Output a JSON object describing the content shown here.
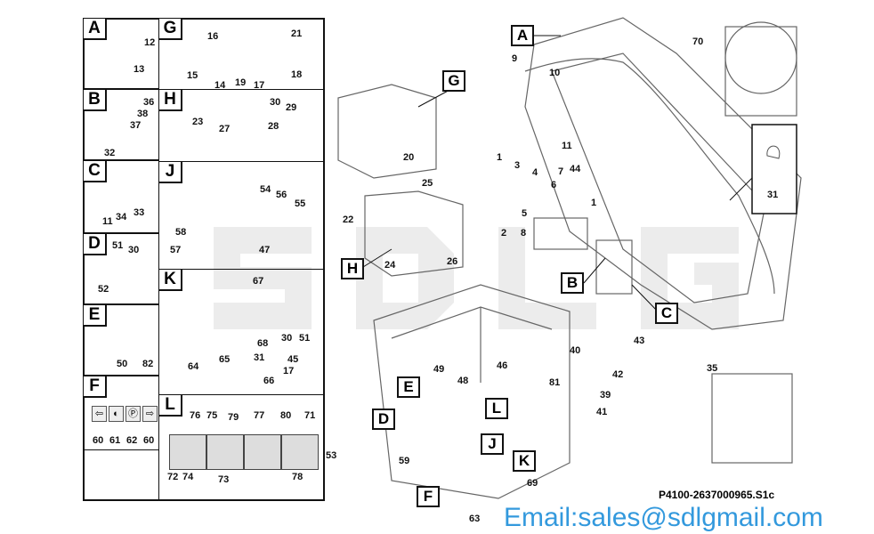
{
  "watermark": "Email:sales@sdlgmail.com",
  "logo": "SDLG",
  "footer": "P4100-2637000965.S1c",
  "panels": {
    "A": {
      "letter": "A",
      "parts": [
        "12",
        "13"
      ]
    },
    "B": {
      "letter": "B",
      "parts": [
        "36",
        "38",
        "37",
        "32"
      ]
    },
    "C": {
      "letter": "C",
      "parts": [
        "11",
        "34",
        "33"
      ]
    },
    "D": {
      "letter": "D",
      "parts": [
        "51",
        "30",
        "52"
      ]
    },
    "E": {
      "letter": "E",
      "parts": [
        "50",
        "82"
      ]
    },
    "F": {
      "letter": "F",
      "parts": [
        "60",
        "61",
        "62",
        "60"
      ]
    },
    "G": {
      "letter": "G",
      "parts": [
        "16",
        "21",
        "15",
        "14",
        "19",
        "17",
        "18"
      ]
    },
    "H": {
      "letter": "H",
      "parts": [
        "30",
        "29",
        "23",
        "27",
        "28"
      ]
    },
    "J": {
      "letter": "J",
      "parts": [
        "54",
        "56",
        "55",
        "58",
        "57",
        "47"
      ]
    },
    "K": {
      "letter": "K",
      "parts": [
        "67",
        "30",
        "51",
        "68",
        "65",
        "64",
        "31",
        "45",
        "17",
        "66"
      ]
    },
    "L": {
      "letter": "L",
      "parts": [
        "76",
        "75",
        "79",
        "77",
        "80",
        "71",
        "72",
        "74",
        "73",
        "78"
      ]
    }
  },
  "main": {
    "callouts": [
      "A",
      "G",
      "H",
      "B",
      "C",
      "E",
      "L",
      "D",
      "J",
      "K",
      "F"
    ],
    "parts": [
      "70",
      "9",
      "10",
      "20",
      "11",
      "44",
      "7",
      "1",
      "3",
      "4",
      "6",
      "1",
      "5",
      "2",
      "8",
      "25",
      "22",
      "31",
      "24",
      "26",
      "43",
      "40",
      "42",
      "35",
      "81",
      "39",
      "41",
      "46",
      "49",
      "48",
      "53",
      "59",
      "69",
      "63"
    ]
  }
}
